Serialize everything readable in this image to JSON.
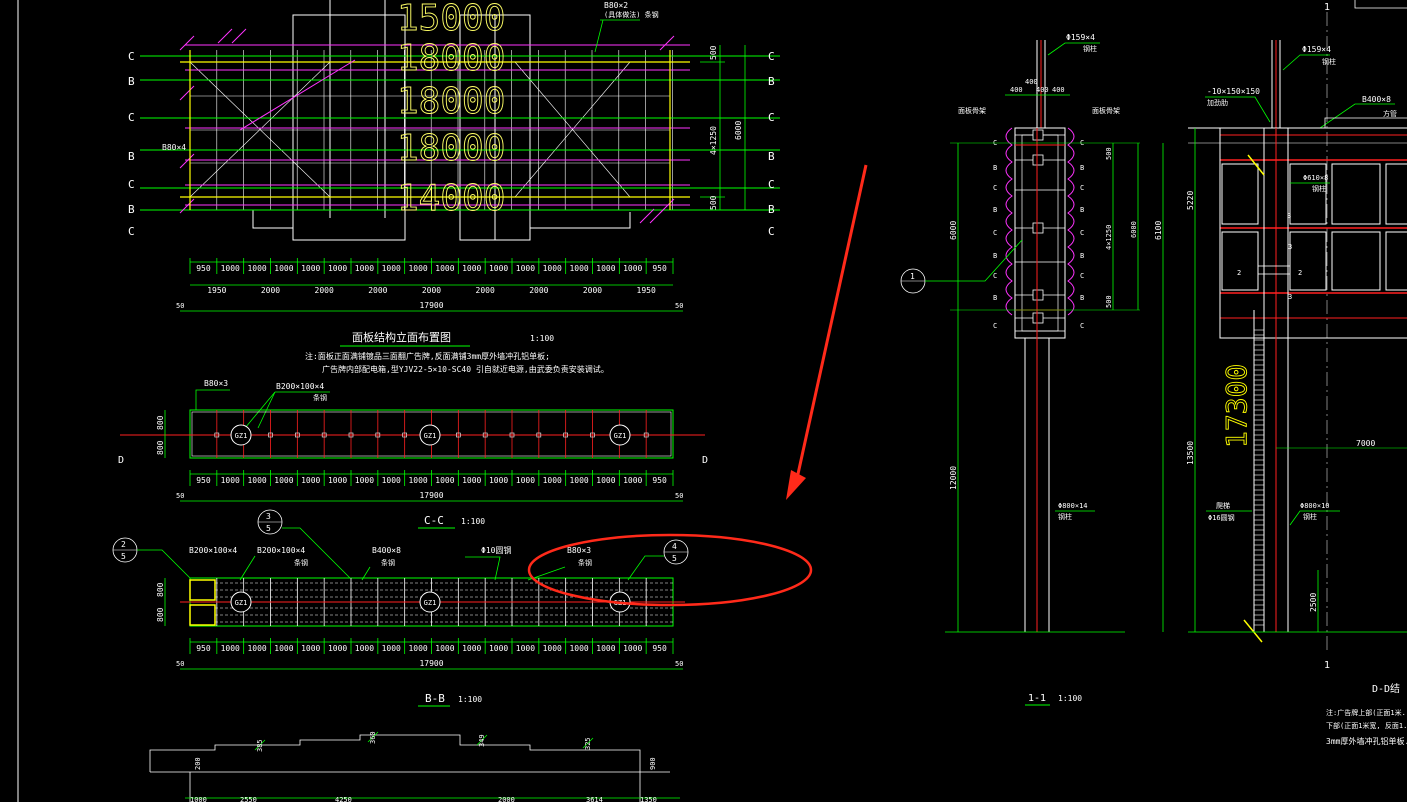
{
  "colors": {
    "background": "#000000",
    "green": "#00ff00",
    "white": "#ffffff",
    "yellow": "#ffff00",
    "magenta": "#ff33ff",
    "red": "#ff2020",
    "annotation": "#ff2a1a"
  },
  "plan": {
    "row_labels": [
      "C",
      "B",
      "C",
      "B",
      "C",
      "B",
      "C"
    ],
    "right_labels": [
      "C",
      "B",
      "C",
      "B",
      "C",
      "B",
      "C"
    ],
    "note_top": "B80×2",
    "note_top_sub": "(具体做法) 条钢",
    "left_note": "B80×4",
    "right_dims": [
      "500",
      "4×1250",
      "6000",
      "500"
    ],
    "cell_dims": [
      "950",
      "1000",
      "1000",
      "1000",
      "1000",
      "1000",
      "1000",
      "1000",
      "1000",
      "1000",
      "1000",
      "1000",
      "1000",
      "1000",
      "1000",
      "1000",
      "1000",
      "950"
    ],
    "group_dims": [
      "1950",
      "2000",
      "2000",
      "2000",
      "2000",
      "2000",
      "2000",
      "2000",
      "1950"
    ],
    "total": "17900",
    "end_dim": "50",
    "big_numbers": [
      "15000",
      "18000",
      "18000",
      "18000",
      "14000"
    ],
    "title": "面板结构立面布置图",
    "scale": "1:100",
    "note1": "注:面板正面满铺镀品三面翻广告牌,反面满铺3mm厚外墙冲孔铝单板;",
    "note2": "广告牌内部配电箱,型YJV22-5×10-SC40 引自就近电源,由武委负责安装调试。"
  },
  "cc": {
    "label_a": "B80×3",
    "label_b": "B200×100×4",
    "label_b_sub": "条钢",
    "side_dim": "800",
    "section_mark": "D",
    "column": "GZ1",
    "title": "C-C",
    "scale": "1:100",
    "cell_dims": [
      "950",
      "1000",
      "1000",
      "1000",
      "1000",
      "1000",
      "1000",
      "1000",
      "1000",
      "1000",
      "1000",
      "1000",
      "1000",
      "1000",
      "1000",
      "1000",
      "1000",
      "950"
    ],
    "total": "17900",
    "end_dim": "50"
  },
  "bb": {
    "callout_left": [
      "2",
      "5"
    ],
    "callout_mid": "3",
    "callout_mid_sub": "5",
    "callout_right": [
      "4",
      "5"
    ],
    "label1": "B200×100×4",
    "label2": "B200×100×4",
    "label2_sub": "条钢",
    "label3": "B400×8",
    "label3_sub": "条钢",
    "label4": "Φ10圆钢",
    "label5": "B80×3",
    "label5_sub": "条钢",
    "side_dim": "800",
    "column": "GZ1",
    "title": "B-B",
    "scale": "1:100",
    "cell_dims": [
      "950",
      "1000",
      "1000",
      "1000",
      "1000",
      "1000",
      "1000",
      "1000",
      "1000",
      "1000",
      "1000",
      "1000",
      "1000",
      "1000",
      "1000",
      "1000",
      "1000",
      "950"
    ],
    "total": "17900",
    "end_dim": "50"
  },
  "bottom": {
    "dims": [
      "385",
      "360",
      "349",
      "325"
    ],
    "side": [
      "200",
      "900"
    ],
    "base": [
      "1000",
      "2550",
      "4250",
      "2000",
      "3614",
      "1350"
    ]
  },
  "sec11": {
    "pipe": "Φ159×4",
    "pipe_sub": "钢柱",
    "top_dims": [
      "400",
      "400",
      "400",
      "400"
    ],
    "left_label": "面板骨架",
    "right_label": "面板骨架",
    "left_dim": "6000",
    "dims": [
      "500",
      "4×1250",
      "6000",
      "500"
    ],
    "callout": "1",
    "lower_dim": "12000",
    "column": "Φ800×14",
    "column_sub": "钢柱",
    "letters": [
      "C",
      "B",
      "C",
      "B",
      "C",
      "B",
      "C",
      "B",
      "C"
    ],
    "title": "1-1",
    "scale": "1:100"
  },
  "dd": {
    "mark_top": "1",
    "mark_bottom": "1",
    "pipe": "Φ159×4",
    "pipe_sub": "钢柱",
    "plate": "-10×150×150",
    "plate_sub": "加劲肋",
    "beam": "B400×8",
    "beam_sub": "方管",
    "rod": "Φ610×8",
    "rod_sub": "钢柱",
    "dim1": "5220",
    "dim2": "6100",
    "big": "17300",
    "dim3": "13500",
    "dim4": "7000",
    "ladder": "爬梯",
    "ladder_sub": "Φ16圆钢",
    "column": "Φ800×10",
    "column_sub": "钢柱",
    "dim5": "2500",
    "nums": [
      "3",
      "2",
      "3",
      "3",
      "2"
    ],
    "title": "D-D结",
    "note1": "注:广告牌上部(正面1米...",
    "note2": "下部(正面1米宽, 反面1...",
    "note3": "3mm厚外墙冲孔铝单板..."
  }
}
